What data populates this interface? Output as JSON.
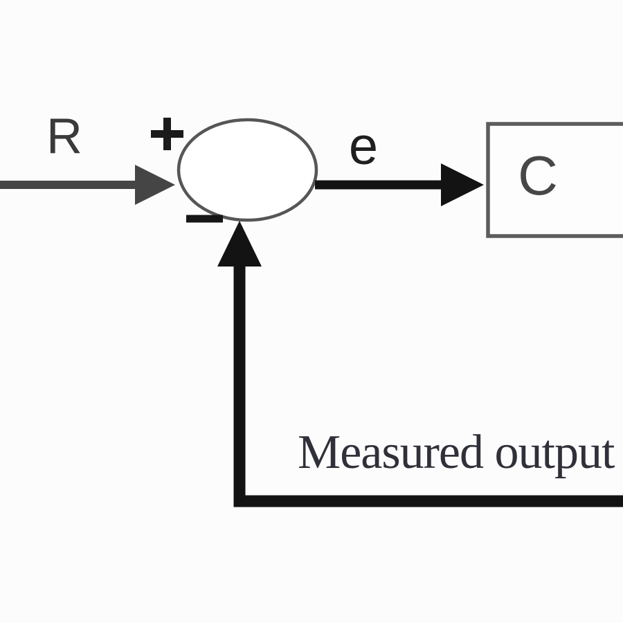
{
  "diagram": {
    "kind": "feedback-control-block-diagram",
    "labels": {
      "reference_input": "R",
      "plus_sign": "+",
      "minus_sign": "−",
      "error_signal": "e",
      "controller_block": "C",
      "feedback_path": "Measured output"
    },
    "colors": {
      "background": "#fcfcfc",
      "input_arrow_gray": "#454545",
      "line_black": "#131313",
      "junction_stroke": "#565656",
      "junction_fill": "#ffffff",
      "block_border": "#5c5c5c",
      "block_fill": "#fdfdfd",
      "reference_label": "#3a3a3a",
      "error_label": "#1f1f1f",
      "controller_label": "#474747",
      "feedback_text": "#30303a"
    },
    "structure": {
      "nodes": [
        {
          "id": "summing-junction",
          "type": "circle",
          "signs": [
            "+",
            "−"
          ]
        },
        {
          "id": "controller",
          "type": "block",
          "label": "C"
        }
      ],
      "edges": [
        {
          "from": "reference-input",
          "to": "summing-junction",
          "label": "R",
          "sign": "+"
        },
        {
          "from": "summing-junction",
          "to": "controller",
          "label": "e"
        },
        {
          "from": "off-screen-right",
          "to": "summing-junction",
          "label": "Measured output",
          "sign": "−"
        }
      ]
    }
  }
}
